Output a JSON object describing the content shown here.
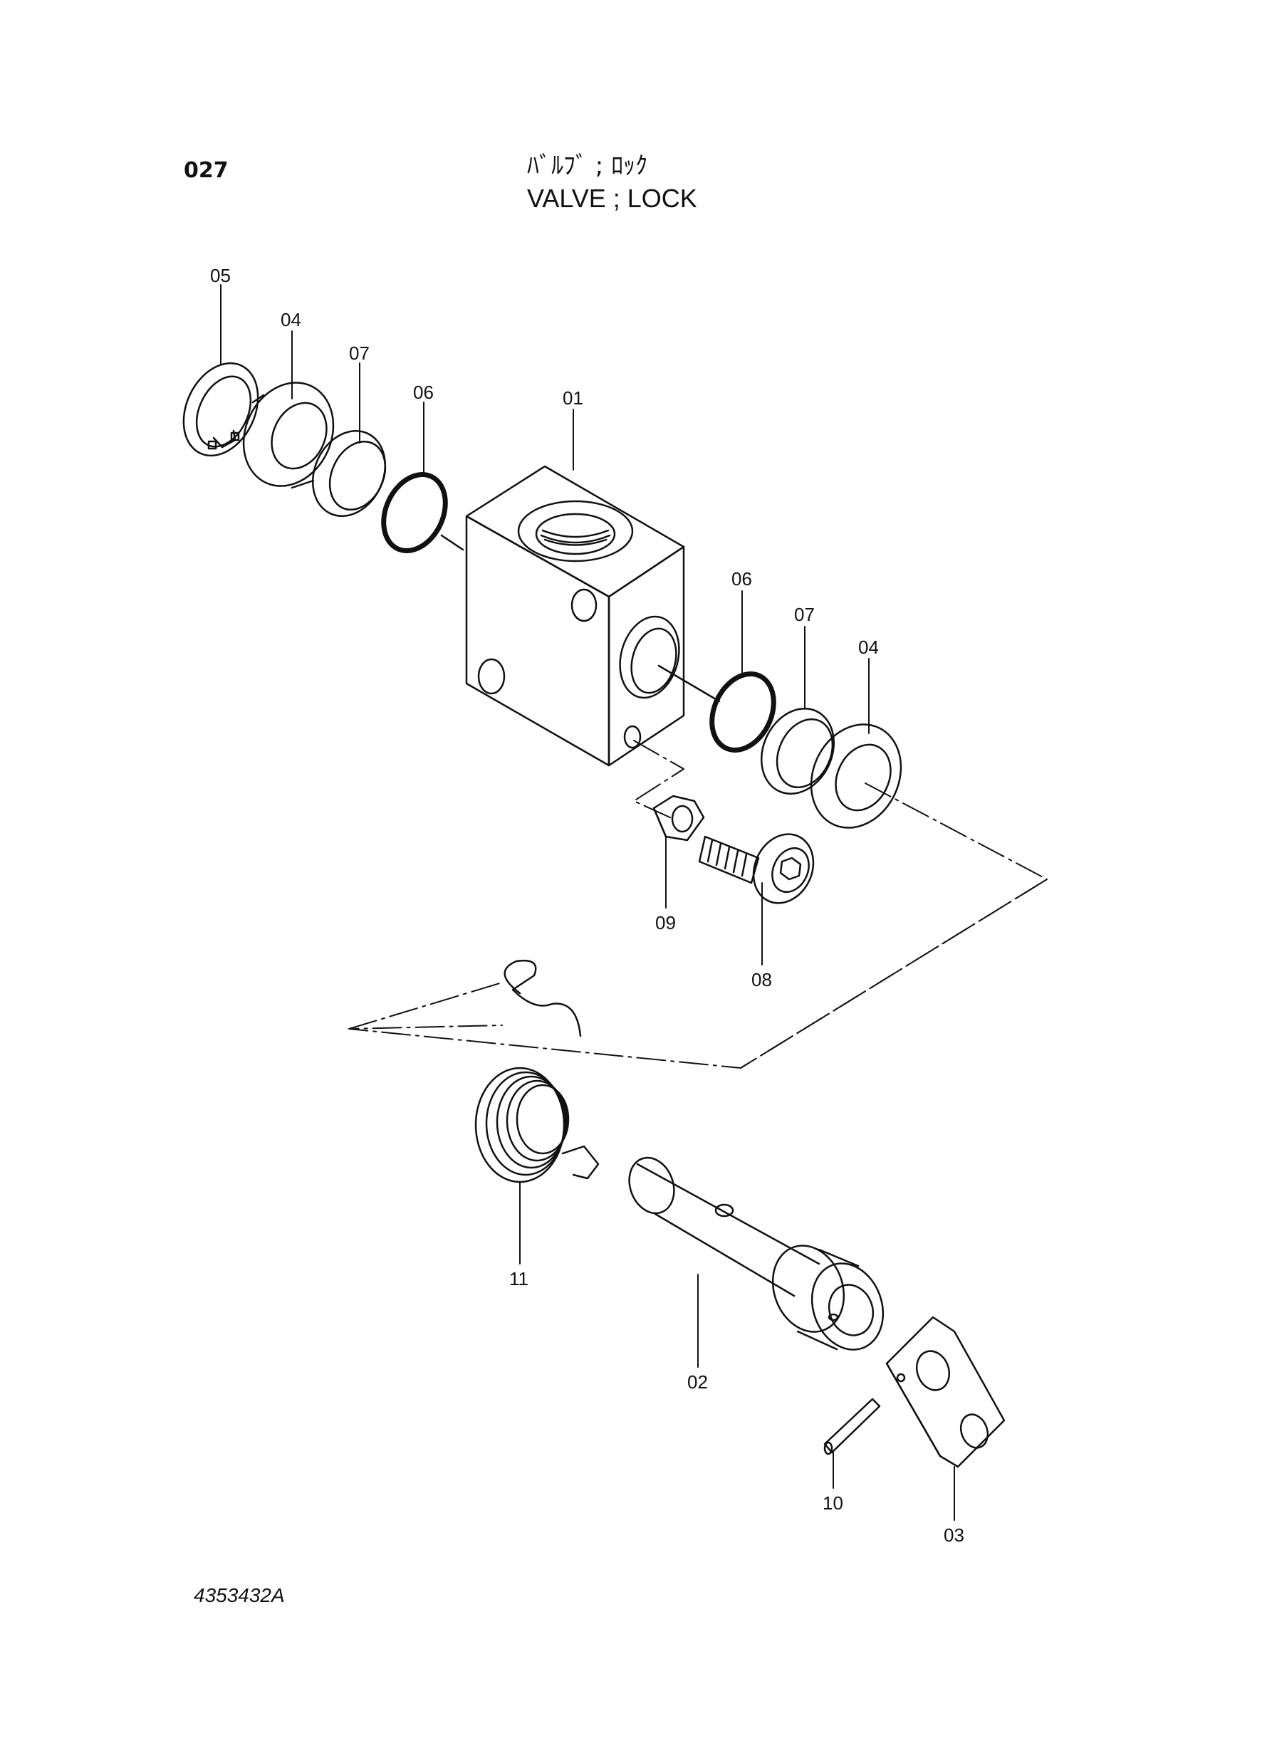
{
  "header": {
    "page_number": "027",
    "title_jp": "ﾊﾞﾙﾌﾞ ; ﾛｯｸ",
    "title_en": "VALVE ; LOCK"
  },
  "footer": {
    "drawing_code": "4353432A"
  },
  "callouts": [
    {
      "id": "c05",
      "label": "05"
    },
    {
      "id": "c04a",
      "label": "04"
    },
    {
      "id": "c07a",
      "label": "07"
    },
    {
      "id": "c06a",
      "label": "06"
    },
    {
      "id": "c01",
      "label": "01"
    },
    {
      "id": "c06b",
      "label": "06"
    },
    {
      "id": "c07b",
      "label": "07"
    },
    {
      "id": "c04b",
      "label": "04"
    },
    {
      "id": "c09",
      "label": "09"
    },
    {
      "id": "c08",
      "label": "08"
    },
    {
      "id": "c11",
      "label": "11"
    },
    {
      "id": "c02",
      "label": "02"
    },
    {
      "id": "c10",
      "label": "10"
    },
    {
      "id": "c03",
      "label": "03"
    }
  ]
}
